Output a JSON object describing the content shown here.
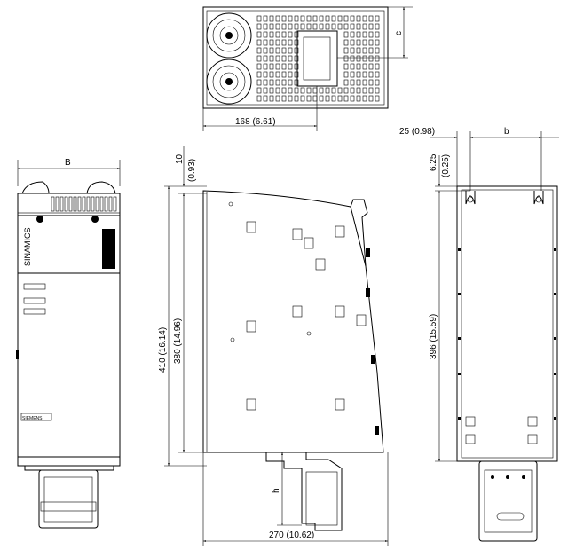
{
  "top_view": {
    "width_dim": "168 (6.61)",
    "depth_dim": "c"
  },
  "front_view": {
    "width_dim": "B",
    "brand": "SINAMICS",
    "maker": "SIEMENS"
  },
  "side_view": {
    "top_offset": "10",
    "top_offset_in": "(0.93)",
    "height_total": "410 (16.14)",
    "height_body": "380 (14.96)",
    "connector_dim": "h",
    "depth_dim": "270 (10.62)"
  },
  "rear_view": {
    "edge_offset": "25 (0.98)",
    "hole_spacing": "b",
    "hole_offset": "6.25",
    "hole_offset_in": "(0.25)",
    "hole_height": "396 (15.59)"
  }
}
